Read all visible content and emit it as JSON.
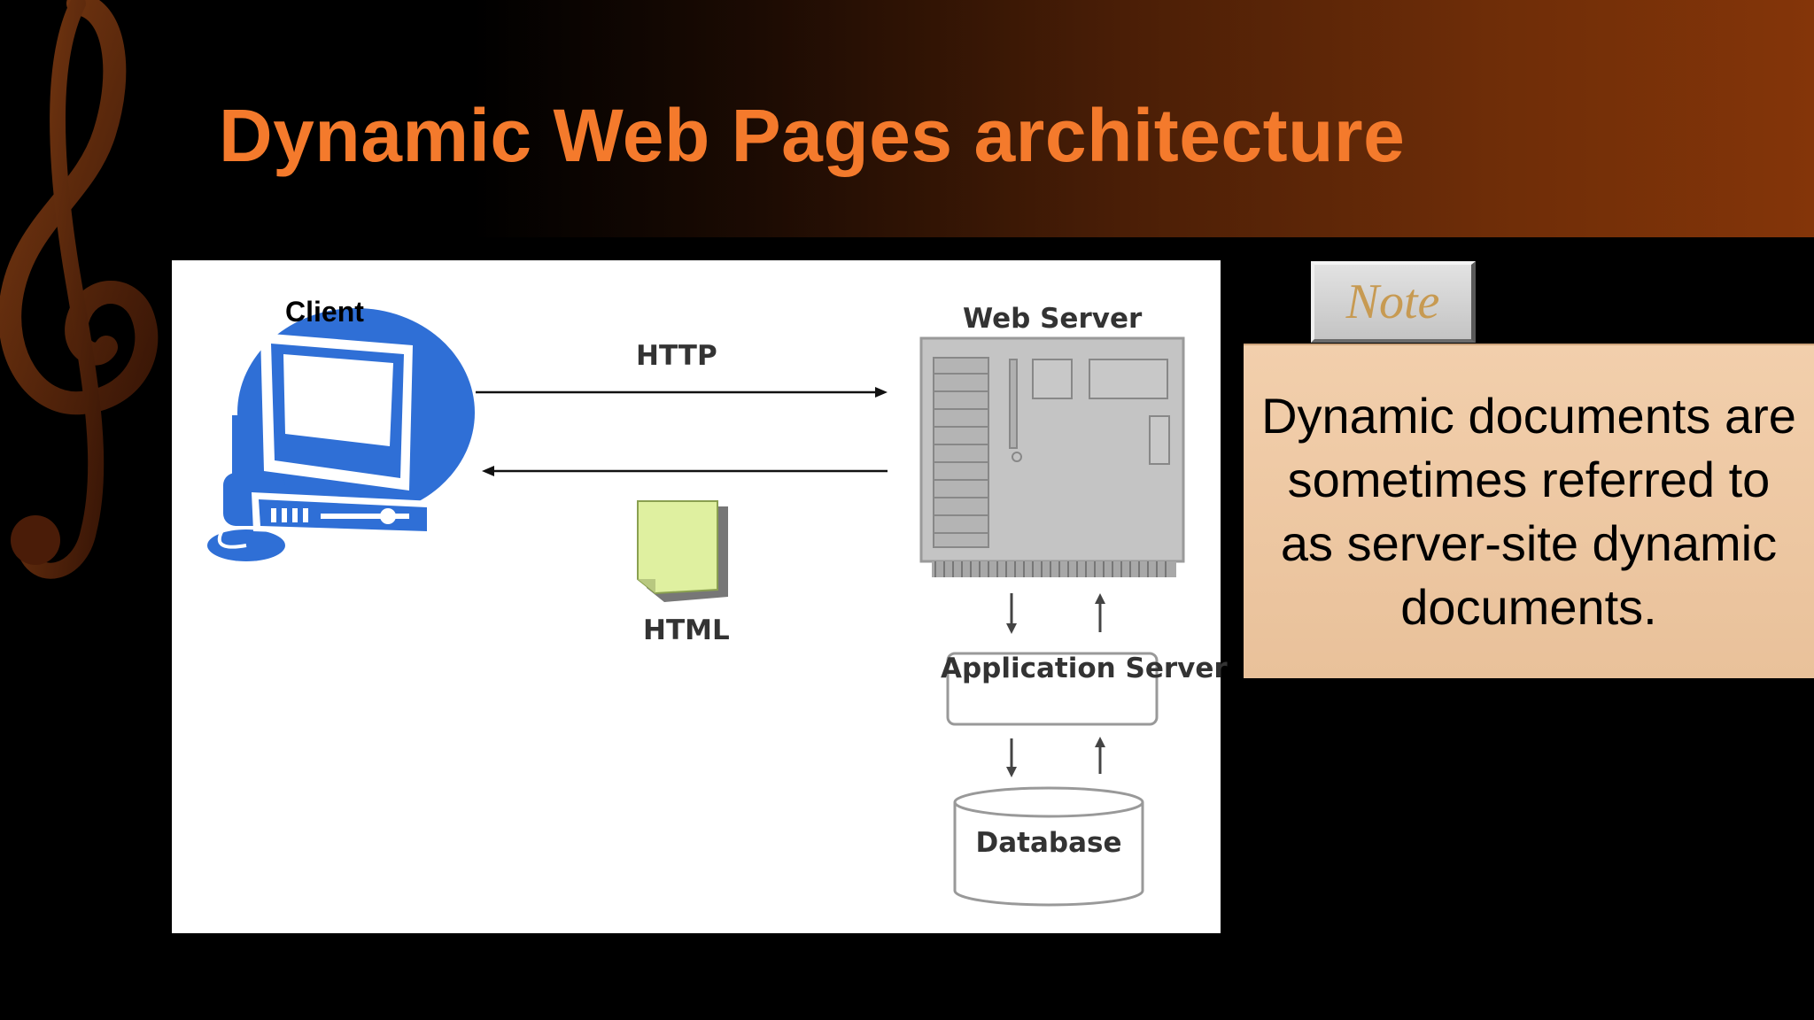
{
  "slide": {
    "title": "Dynamic Web Pages architecture"
  },
  "diagram": {
    "client_label": "Client",
    "http_label": "HTTP",
    "html_label": "HTML",
    "web_server_label": "Web Server",
    "application_server_label": "Application Server",
    "database_label": "Database"
  },
  "note": {
    "tab_label": "Note",
    "text": "Dynamic documents are sometimes referred to as server-site dynamic documents."
  },
  "colors": {
    "title": "#f47a2c",
    "client_icon": "#2f6fd6",
    "note_box": "#ecc59f",
    "note_tab_text": "#c79a52"
  }
}
